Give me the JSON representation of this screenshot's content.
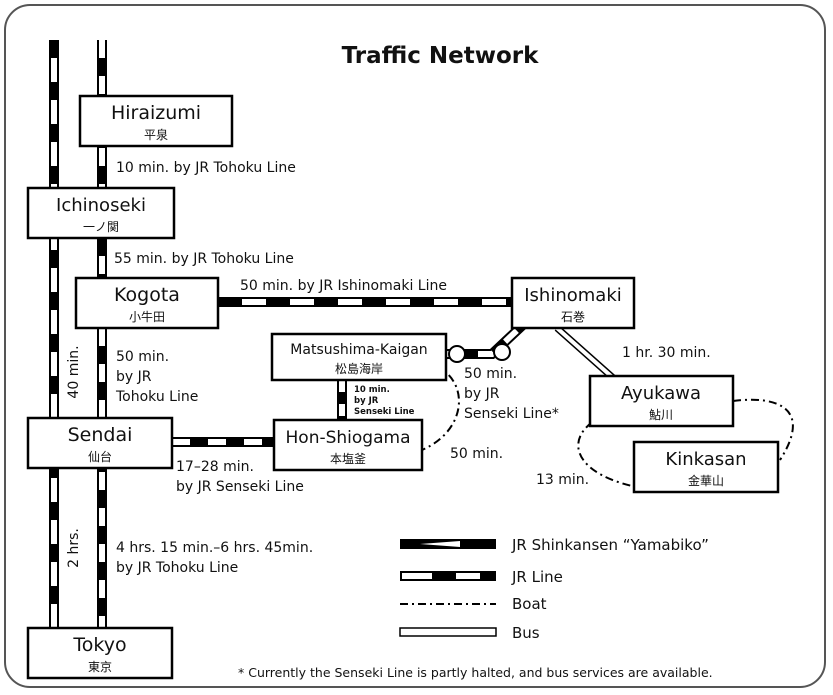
{
  "title": "Traffic Network",
  "stations": {
    "hiraizumi": {
      "en": "Hiraizumi",
      "jp": "平泉"
    },
    "ichinoseki": {
      "en": "Ichinoseki",
      "jp": "一ノ関"
    },
    "kogota": {
      "en": "Kogota",
      "jp": "小牛田"
    },
    "ishinomaki": {
      "en": "Ishinomaki",
      "jp": "石巻"
    },
    "matsushima_kaigan": {
      "en": "Matsushima-Kaigan",
      "jp": "松島海岸"
    },
    "hon_shiogama": {
      "en": "Hon-Shiogama",
      "jp": "本塩釜"
    },
    "sendai": {
      "en": "Sendai",
      "jp": "仙台"
    },
    "ayukawa": {
      "en": "Ayukawa",
      "jp": "鮎川"
    },
    "kinkasan": {
      "en": "Kinkasan",
      "jp": "金華山"
    },
    "tokyo": {
      "en": "Tokyo",
      "jp": "東京"
    }
  },
  "routes": {
    "hiraizumi_ichinoseki": "10 min. by JR Tohoku Line",
    "ichinoseki_kogota": "55 min. by JR Tohoku Line",
    "kogota_ishinomaki": "50 min. by JR Ishinomaki Line",
    "kogota_sendai": [
      "50 min.",
      "by JR",
      "Tohoku Line"
    ],
    "shinkansen_sendai_ichinoseki": "40 min.",
    "shinkansen_tokyo_sendai": "2 hrs.",
    "matsushima_hon_shiogama": [
      "10 min.",
      "by JR",
      "Senseki Line"
    ],
    "matsushima_ishinomaki": [
      "50 min.",
      "by JR",
      "Senseki Line*"
    ],
    "hon_shiogama_boat": "50 min.",
    "sendai_hon_shiogama": [
      "17–28 min.",
      "by JR Senseki Line"
    ],
    "sendai_tokyo": [
      "4 hrs. 15 min.–6 hrs. 45min.",
      "by JR Tohoku Line"
    ],
    "ishinomaki_ayukawa_bus": "1 hr. 30 min.",
    "ayukawa_kinkasan_boat": "13 min."
  },
  "legend": [
    {
      "key": "shinkansen",
      "label": "JR Shinkansen “Yamabiko”"
    },
    {
      "key": "jr",
      "label": "JR Line"
    },
    {
      "key": "boat",
      "label": "Boat"
    },
    {
      "key": "bus",
      "label": "Bus"
    }
  ],
  "footnote": "* Currently the Senseki Line is partly halted, and bus services are available."
}
